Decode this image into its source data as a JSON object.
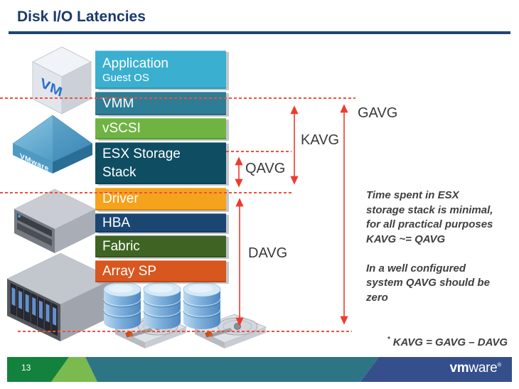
{
  "slide": {
    "title": "Disk I/O Latencies",
    "page_number": "13"
  },
  "stack": {
    "boxes": [
      {
        "id": "application",
        "line1": "Application",
        "line2": "Guest OS",
        "color": "#3BAFD0"
      },
      {
        "id": "vmm",
        "line1": "VMM",
        "color": "#2E7D96"
      },
      {
        "id": "vscsi",
        "line1": "vSCSI",
        "color": "#6FB442"
      },
      {
        "id": "esx-storage-stack",
        "line1": "ESX Storage",
        "line2": "Stack",
        "color": "#0F4D63"
      },
      {
        "id": "driver",
        "line1": "Driver",
        "color": "#F5A21D"
      },
      {
        "id": "hba",
        "line1": "HBA",
        "color": "#1A4671"
      },
      {
        "id": "fabric",
        "line1": "Fabric",
        "color": "#3E6322"
      },
      {
        "id": "array-sp",
        "line1": "Array SP",
        "color": "#D8571F"
      }
    ]
  },
  "latency": {
    "gavg": "GAVG",
    "kavg": "KAVG",
    "qavg": "QAVG",
    "davg": "DAVG"
  },
  "annotation": {
    "para1": "Time spent in ESX\nstorage stack is minimal,\nfor all practical purposes\nKAVG ~= QAVG",
    "para2": "In a well configured\nsystem QAVG should be\nzero"
  },
  "footnote": {
    "sup": "*",
    "text": " KAVG = GAVG – DAVG"
  },
  "logo": {
    "vm": "vm",
    "ware": "ware",
    "reg": "®"
  },
  "icons": [
    "vm-cube-icon",
    "vmware-platform-icon",
    "server-icon",
    "disk-array-icon",
    "database-icon",
    "hdd-icon"
  ],
  "colors": {
    "title": "#1B3A6B",
    "title_rule": "#1F4571",
    "accent_red": "#EE3B2E",
    "dashed_line": "#F0503C",
    "annotation_text": "#3F3F3F",
    "footer_green": "#13823D",
    "footer_light_green": "#7ABA4F",
    "footer_teal": "#2D7484",
    "footer_navy": "#344F8B"
  }
}
